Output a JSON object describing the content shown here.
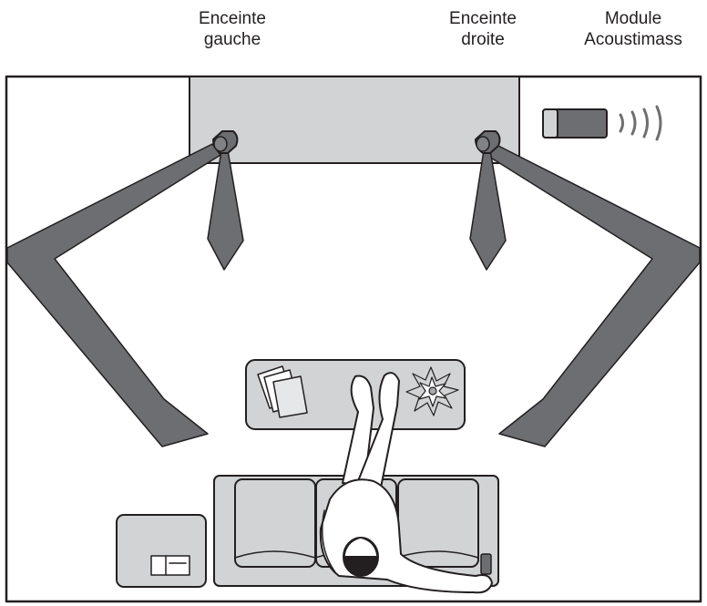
{
  "labels": {
    "left_speaker": [
      "Enceinte",
      "gauche"
    ],
    "right_speaker": [
      "Enceinte",
      "droite"
    ],
    "acoustimass": [
      "Module",
      "Acoustimass"
    ]
  },
  "colors": {
    "outline": "#231f20",
    "beam": "#6d6e71",
    "furniture": "#d1d3d4",
    "wall": "#ffffff",
    "skin": "#ffffff",
    "hair": "#231f20"
  },
  "icons": [
    "speaker-icon",
    "acoustimass-module-icon",
    "sound-wave-icon",
    "books-icon",
    "plant-icon",
    "remote-icon",
    "person-figure",
    "sofa",
    "coffee-table",
    "tv-cabinet"
  ]
}
